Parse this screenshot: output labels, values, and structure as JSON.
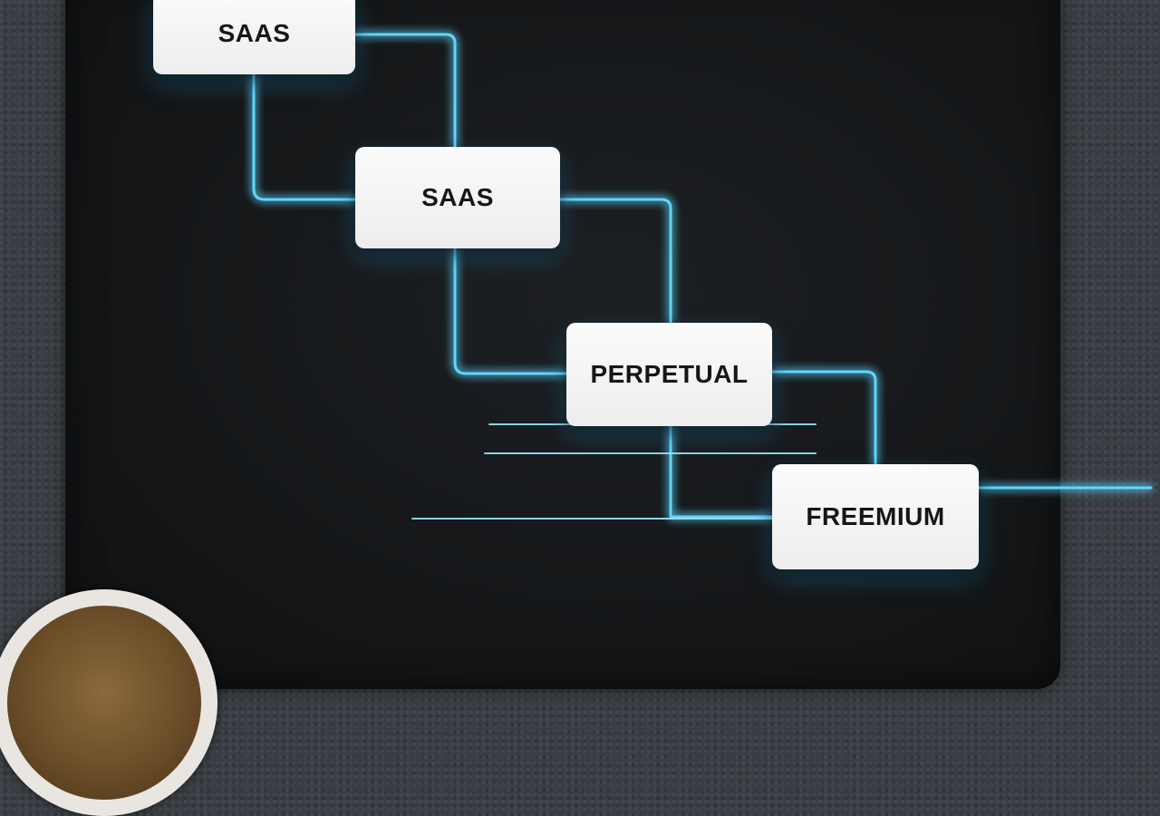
{
  "diagram": {
    "nodes": [
      {
        "id": "saas-1",
        "label": "SAAS"
      },
      {
        "id": "saas-2",
        "label": "SAAS"
      },
      {
        "id": "perpetual",
        "label": "PERPETUAL"
      },
      {
        "id": "freemium",
        "label": "FREEMIUM"
      }
    ],
    "edges": [
      {
        "from": "saas-1",
        "to": "saas-2"
      },
      {
        "from": "saas-2",
        "to": "perpetual"
      },
      {
        "from": "perpetual",
        "to": "freemium"
      }
    ],
    "colors": {
      "glow": "#3cc8ff",
      "node_fill": "#f4f4f4",
      "node_text": "#161616",
      "slate": "#16181a",
      "background": "#3a3e44"
    }
  },
  "decor": {
    "object": "coffee-mug"
  }
}
